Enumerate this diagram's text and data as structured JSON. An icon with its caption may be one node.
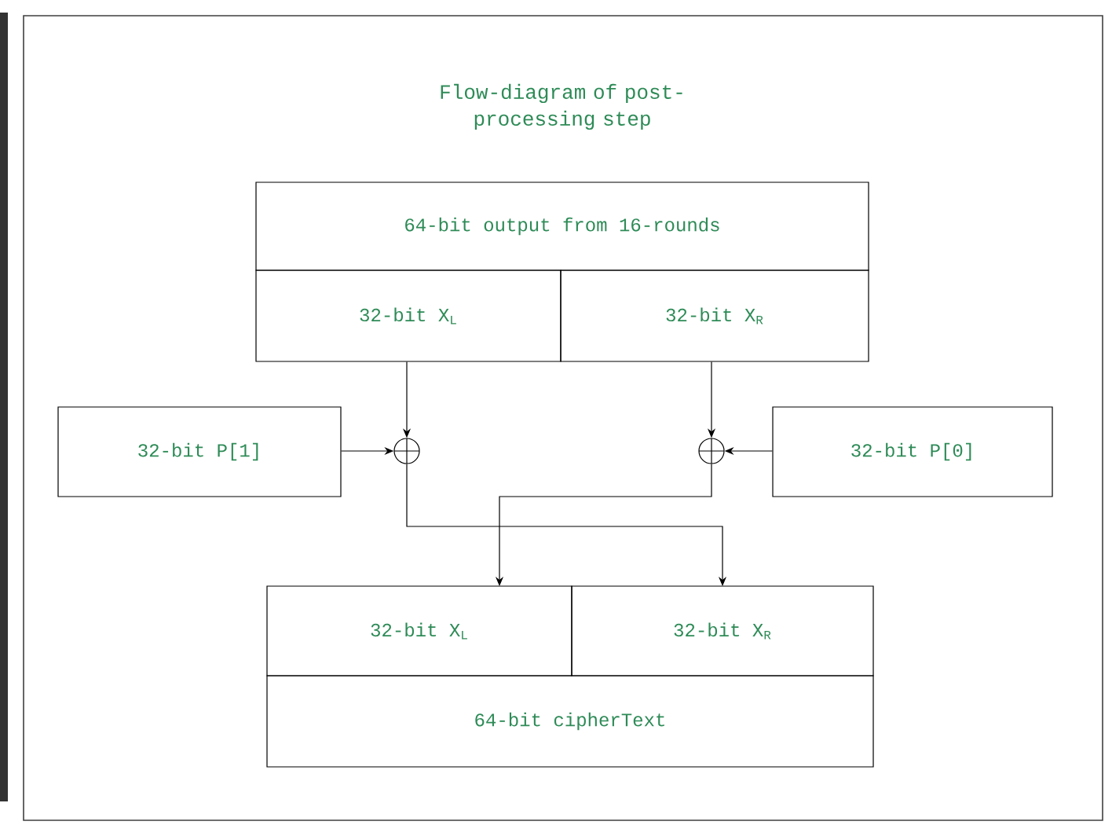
{
  "diagram": {
    "title": "Flow-diagram of post-processing step",
    "nodes": [
      {
        "text": [
          "64-bit output from 16-rounds"
        ]
      },
      {
        "text": [
          "32-bit X$_{L}$"
        ]
      },
      {
        "text": [
          "32-bit X$_{R}$"
        ]
      },
      {
        "text": [
          "32-bit P[1]"
        ]
      },
      {
        "text": [],
        "shape": "circle"
      },
      {
        "text": [],
        "shape": "circle"
      },
      {
        "text": [
          "32-bit P[0]"
        ]
      },
      {
        "text": [
          "32-bit X$_{L}$"
        ]
      },
      {
        "text": [
          "32-bit X$_{R}$"
        ]
      },
      {
        "text": [
          "64-bit cipherText"
        ]
      }
    ],
    "edges": [
      {
        "from": 1,
        "to": 4,
        "arrow": "to"
      },
      {
        "from": 3,
        "to": 4,
        "arrow": "to"
      },
      {
        "from": 2,
        "to": 5,
        "arrow": "to"
      },
      {
        "from": 6,
        "to": 5,
        "arrow": "to"
      },
      {
        "from": 4,
        "to": 8,
        "arrow": "to"
      },
      {
        "from": 5,
        "to": 7,
        "arrow": "to"
      }
    ]
  }
}
